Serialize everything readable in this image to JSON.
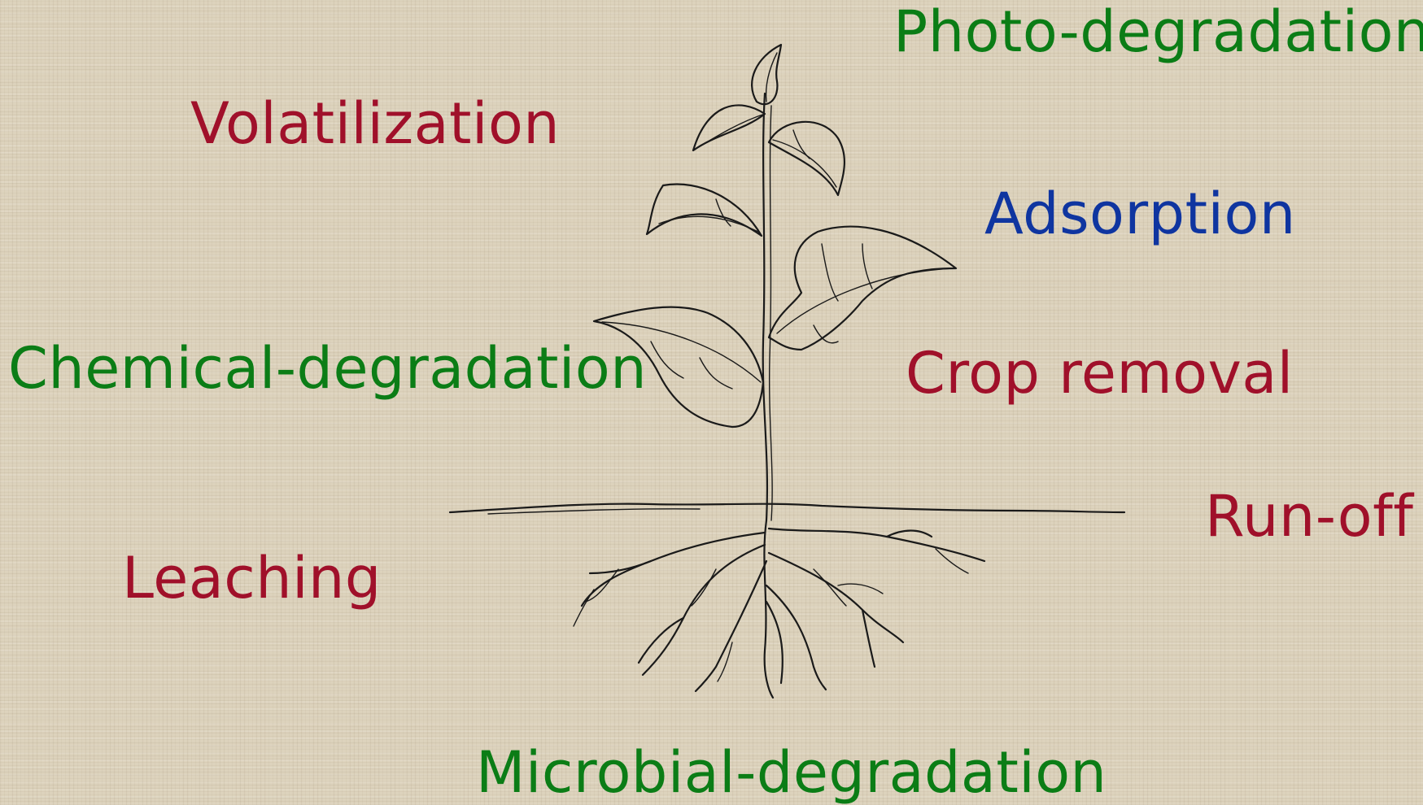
{
  "colors": {
    "background": "#ddd3bd",
    "red": "#a0102a",
    "green": "#0b7d16",
    "blue": "#0f35a0"
  },
  "labels": {
    "photo_degradation": "Photo-degradation",
    "volatilization": "Volatilization",
    "adsorption": "Adsorption",
    "chemical_degradation": "Chemical-degradation",
    "crop_removal": "Crop removal",
    "run_off": "Run-off",
    "leaching": "Leaching",
    "microbial_degradation": "Microbial-degradation"
  },
  "illustration": {
    "icon": "plant-with-roots-icon"
  }
}
